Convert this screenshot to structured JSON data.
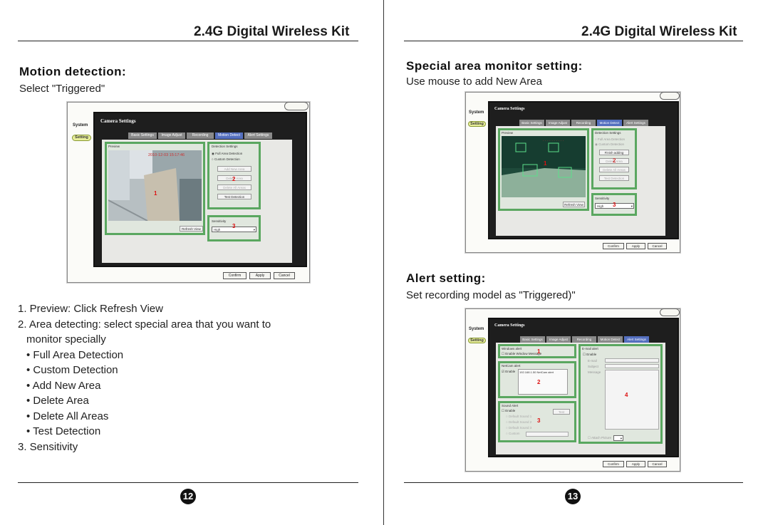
{
  "left_page": {
    "header": "2.4G Digital Wireless Kit",
    "section_title": "Motion detection:",
    "subtitle": "Select \"Triggered\"",
    "list": [
      "1. Preview: Click Refresh View",
      "2. Area detecting: select special area that you want to",
      "monitor specially",
      "• Full Area Detection",
      "• Custom Detection",
      "• Add New Area",
      "• Delete Area",
      "• Delete All Areas",
      "• Test Detection",
      "3. Sensitivity"
    ],
    "page_number": "12",
    "screenshot": {
      "sidebar_label": "System",
      "setting_button": "Setting",
      "panel_title": "Camera Settings",
      "tabs": [
        "Basic Settings",
        "Image Adjust",
        "Recording",
        "Motion Detect",
        "Alert Settings"
      ],
      "active_tab": "Motion Detect",
      "preview_label": "Preview",
      "timestamp": "2010-12-03 15:17:46",
      "detection_label": "Detection Settings",
      "radio_full": "Full Area Detection",
      "radio_custom": "Custom Detection",
      "buttons": [
        "Add New Area",
        "Delete Area",
        "Delete All Areas",
        "Test Detection"
      ],
      "refresh_button": "Refresh View",
      "sensitivity_label": "Sensitivity",
      "sensitivity_value": "High",
      "footer_buttons": [
        "Confirm",
        "Apply",
        "Cancel"
      ],
      "markers": [
        "1",
        "2",
        "3"
      ]
    }
  },
  "right_page": {
    "header": "2.4G Digital Wireless Kit",
    "section1_title": "Special area  monitor setting:",
    "section1_sub": "Use mouse to add New Area",
    "section2_title": "Alert setting:",
    "section2_sub": "Set recording model as \"Triggered)\"",
    "page_number": "13",
    "screenshot1": {
      "sidebar_label": "System",
      "setting_button": "Setting",
      "panel_title": "Camera Settings",
      "tabs": [
        "Basic Settings",
        "Image Adjust",
        "Recording",
        "Motion Detect",
        "Alert Settings"
      ],
      "active_tab": "Motion Detect",
      "preview_label": "Preview",
      "detection_label": "Detection Settings",
      "radio_full": "Full Area Detection",
      "radio_custom": "Custom Detection",
      "buttons": [
        "Finish adding",
        "Delete Area",
        "Delete All Areas",
        "Test Detection"
      ],
      "refresh_button": "Refresh View",
      "sensitivity_label": "Sensitivity",
      "sensitivity_value": "High",
      "footer_buttons": [
        "Confirm",
        "Apply",
        "Cancel"
      ],
      "markers": [
        "1",
        "2",
        "3"
      ]
    },
    "screenshot2": {
      "sidebar_label": "System",
      "setting_button": "Setting",
      "panel_title": "Camera Settings",
      "tabs": [
        "Basic Settings",
        "Image Adjust",
        "Recording",
        "Motion Detect",
        "Alert Settings"
      ],
      "active_tab": "Alert Settings",
      "windows_alert": "Windows alert",
      "enable_windows": "Enable Window Message",
      "netcam_alert": "NetCam alert",
      "netcam_enable": "Enable",
      "netcam_text": "192.168.1.50 NetCam alert",
      "sound_alert": "Sound Alert",
      "sound_enable": "Enable",
      "sound_items": [
        "Default Sound 1",
        "Default Sound 2",
        "Default Sound 3",
        "Custom"
      ],
      "sound_test": "Test",
      "email_alert": "E-mail alert",
      "email_enable": "Enable",
      "email_fields": [
        "E-mail",
        "Subject",
        "Message"
      ],
      "attach_label": "Attach Picture",
      "footer_buttons": [
        "Confirm",
        "Apply",
        "Cancel"
      ],
      "markers": [
        "1",
        "2",
        "3",
        "4"
      ]
    }
  }
}
